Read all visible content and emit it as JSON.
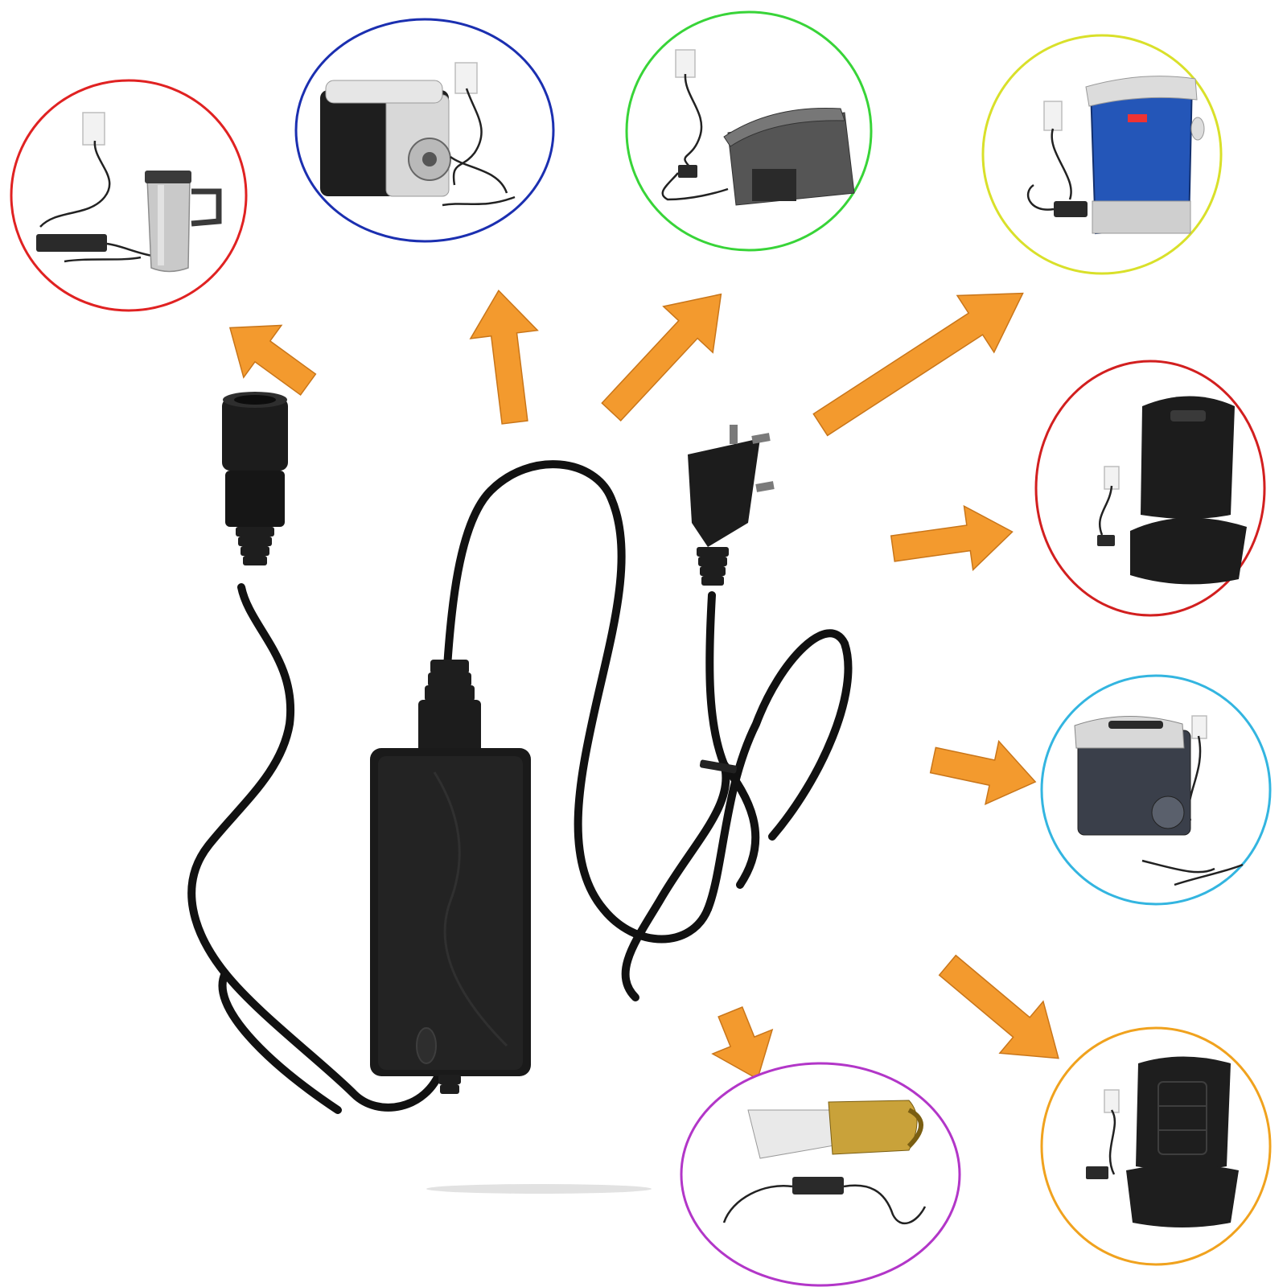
{
  "colors": {
    "background": "#ffffff",
    "arrow": "#f39a2e",
    "arrow_edge": "#c9761a",
    "device_black": "#1a1a1a",
    "cable": "#111111"
  },
  "adapter": {
    "name": "ac-dc-power-adapter",
    "parts": [
      "adapter-brick-icon",
      "car-socket-icon",
      "mains-plug-icon",
      "power-cable-icon"
    ]
  },
  "devices": [
    {
      "key": "travel-mug",
      "ring": "#e02222",
      "icon": "travel-mug-icon"
    },
    {
      "key": "mini-fridge-white",
      "ring": "#1b2fb0",
      "icon": "mini-fridge-icon"
    },
    {
      "key": "grey-cooler",
      "ring": "#38d438",
      "icon": "cooler-box-icon"
    },
    {
      "key": "blue-cooler",
      "ring": "#d9e02a",
      "icon": "blue-cooler-icon"
    },
    {
      "key": "massage-seat",
      "ring": "#d21f1f",
      "icon": "massage-seat-icon"
    },
    {
      "key": "portable-fridge",
      "ring": "#33b5e0",
      "icon": "portable-fridge-icon"
    },
    {
      "key": "heated-seat",
      "ring": "#f0a21e",
      "icon": "heated-seat-icon"
    },
    {
      "key": "car-vacuum",
      "ring": "#b236c8",
      "icon": "handheld-vacuum-icon"
    }
  ]
}
